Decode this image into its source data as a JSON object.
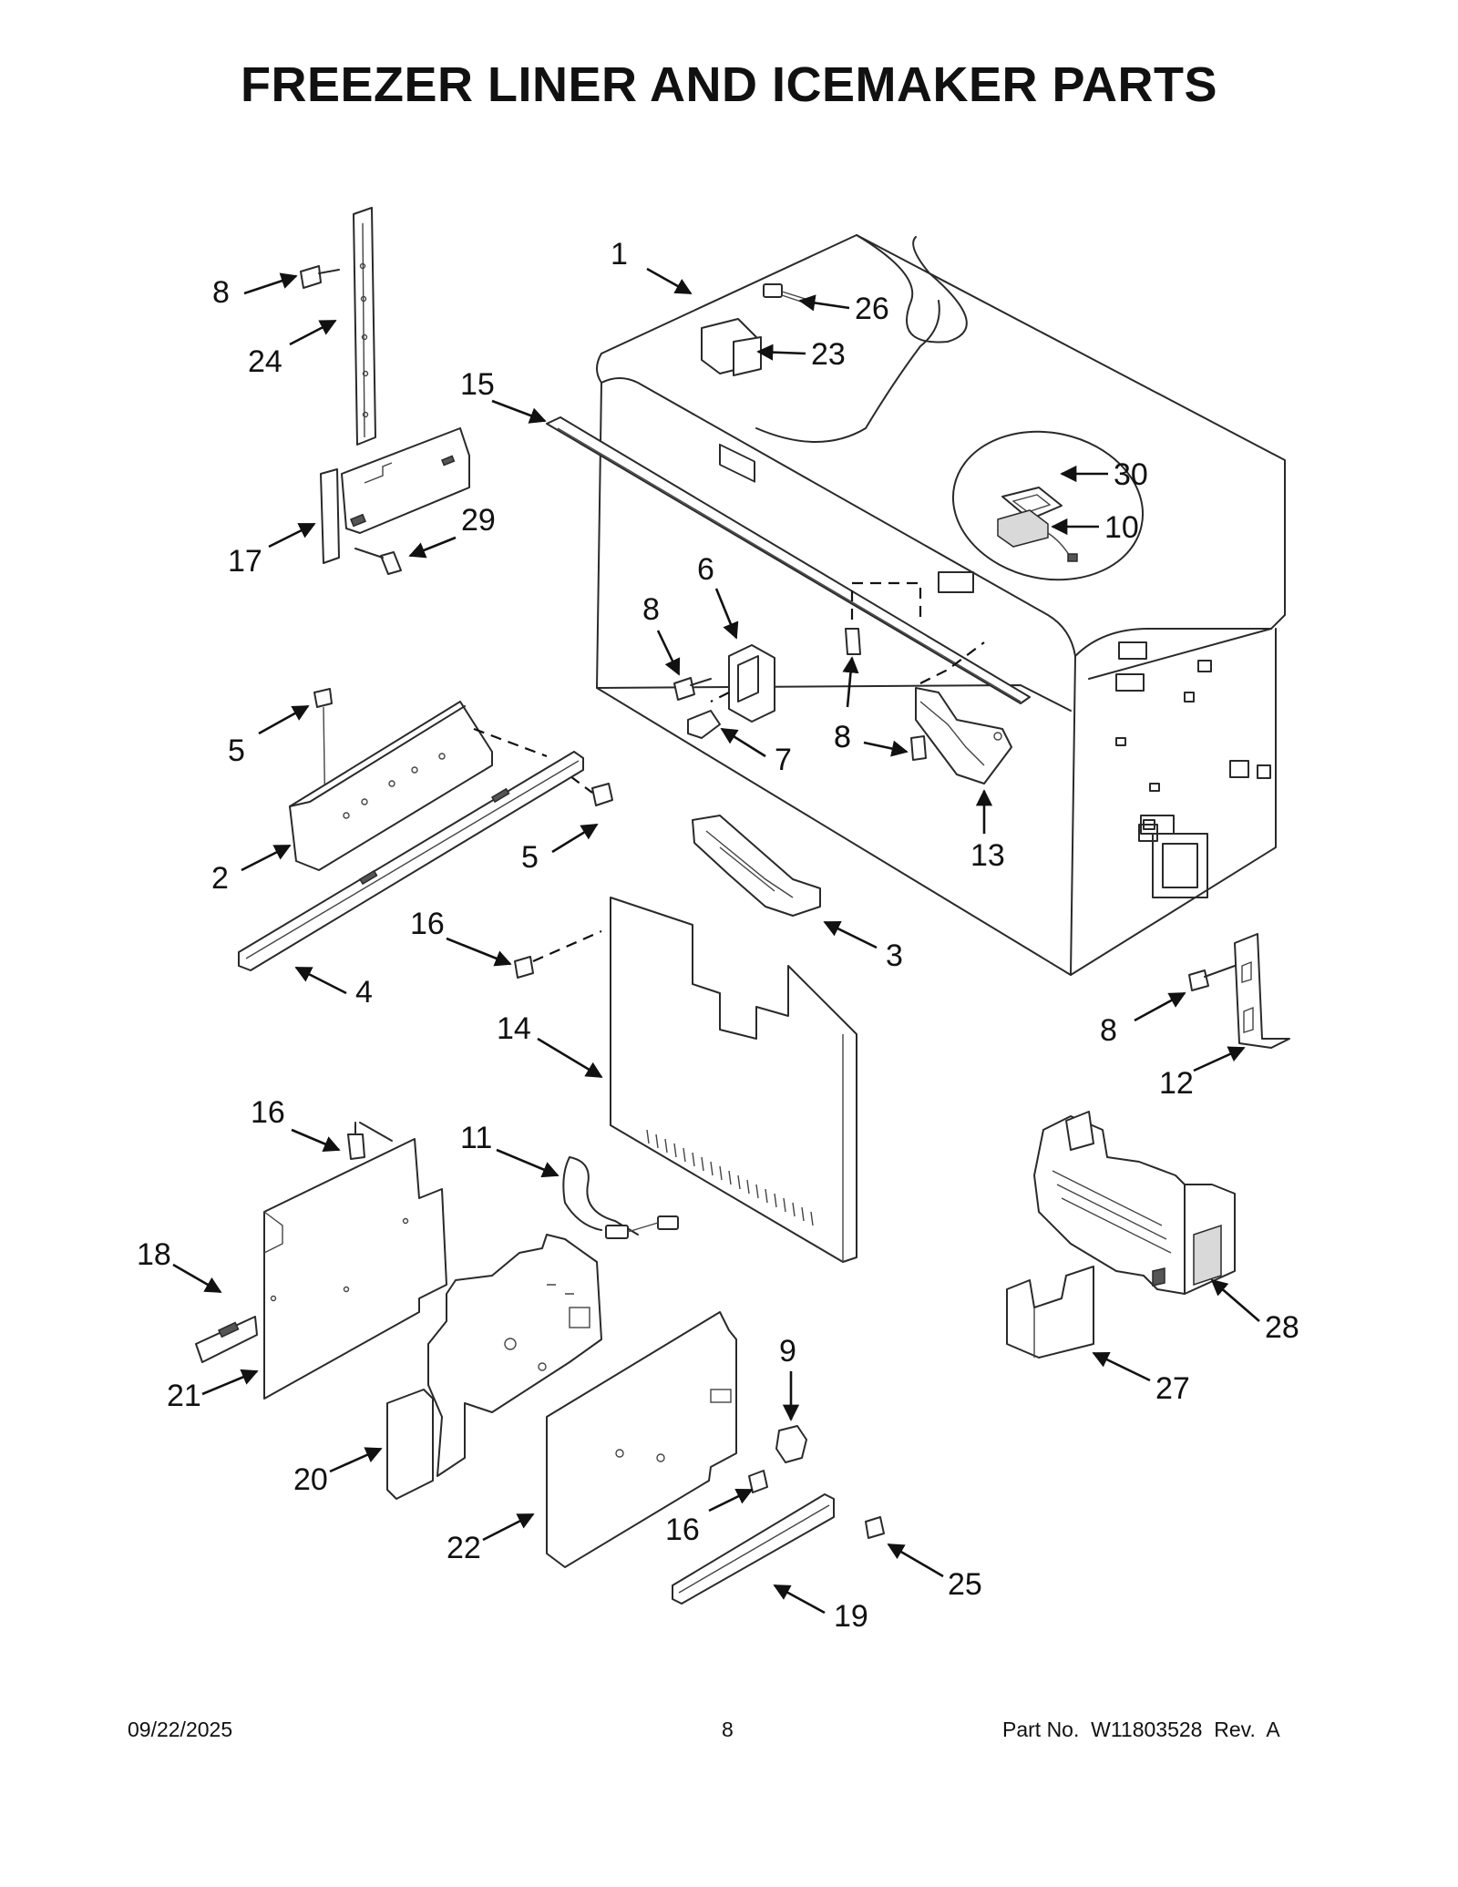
{
  "page": {
    "title": "FREEZER LINER AND ICEMAKER PARTS"
  },
  "footer": {
    "date": "09/22/2025",
    "page_number": "8",
    "part_number": "Part No.  W11803528  Rev.  A"
  },
  "callouts": [
    "1",
    "26",
    "23",
    "15",
    "30",
    "10",
    "8",
    "24",
    "17",
    "29",
    "6",
    "5",
    "2",
    "4",
    "7",
    "13",
    "3",
    "16",
    "14",
    "12",
    "11",
    "18",
    "21",
    "20",
    "22",
    "9",
    "25",
    "19",
    "28",
    "27"
  ]
}
